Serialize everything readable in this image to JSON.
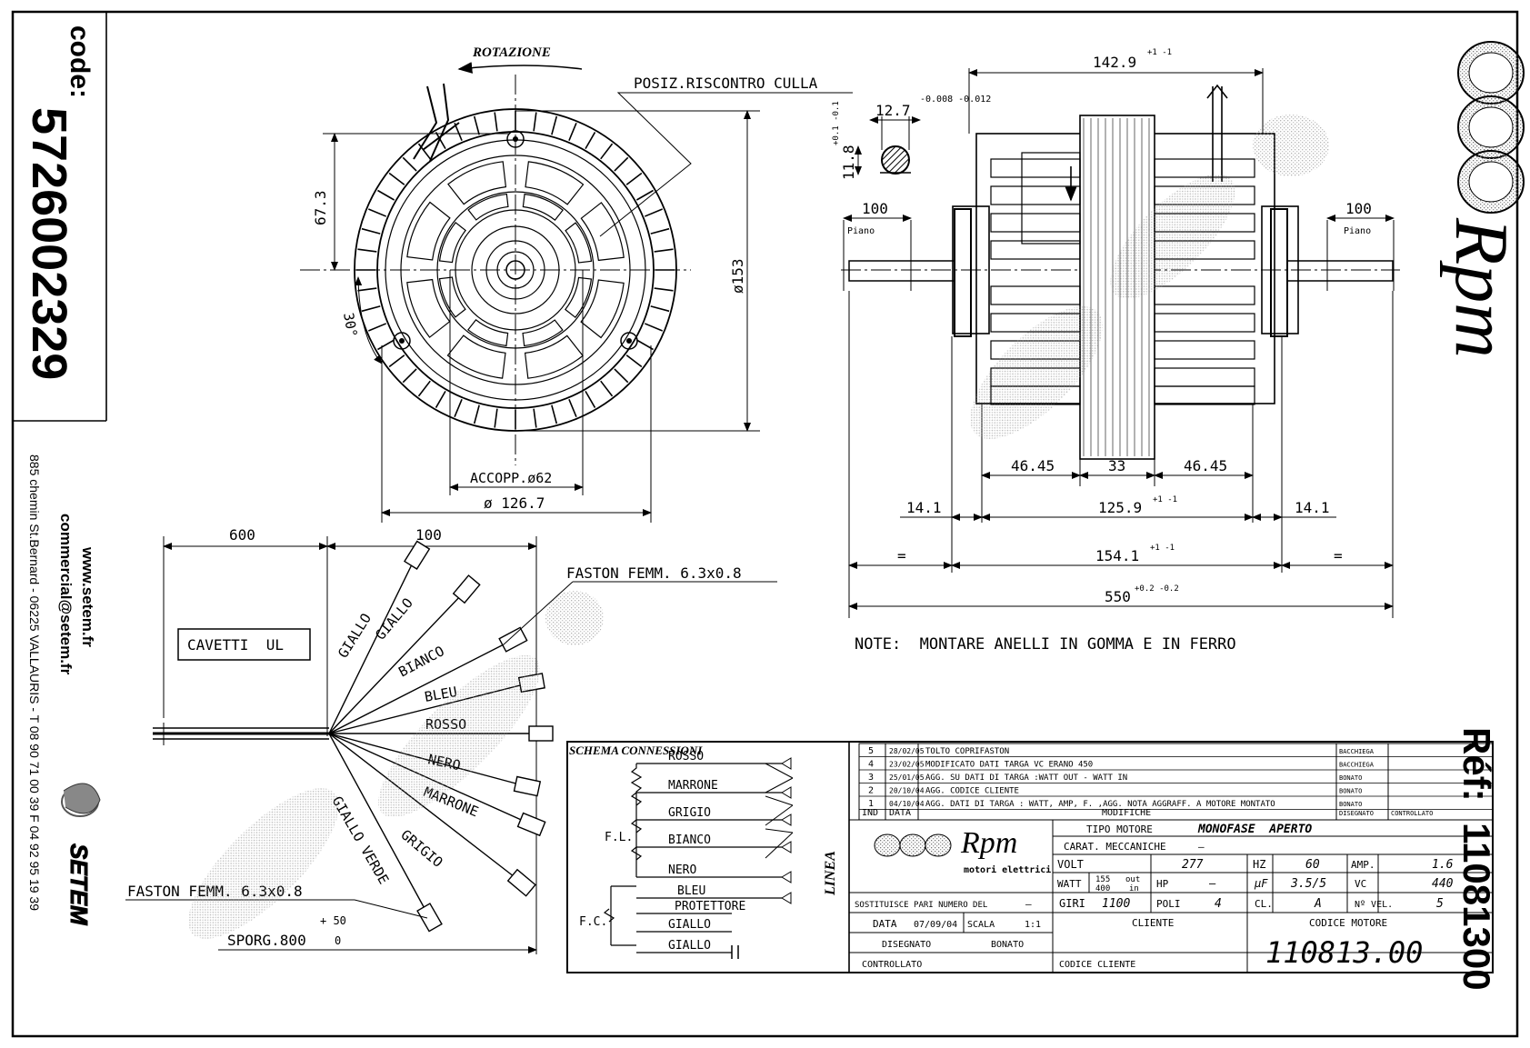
{
  "code_block": {
    "label": "code:",
    "value": "5726002329"
  },
  "contact": {
    "web": "www.setem.fr",
    "email": "commercial@setem.fr",
    "address": "885 chemin St.Bernard - 06225 VALLAURIS - T 08 90 71 00 39  F 04 92 95 19 39",
    "brand": "SETEM"
  },
  "front_view": {
    "rotation_label": "ROTAZIONE",
    "cradle_label": "POSIZ.RISCONTRO CULLA",
    "dim_67": "67.3",
    "dim_153": "ø153",
    "dim_30": "30°",
    "coupling_label": "ACCOPP.ø62",
    "dim_126": "ø 126.7"
  },
  "side_view": {
    "dim_142": "142.9",
    "tol_142": "+1 -1",
    "shaft_dia": "12.7",
    "shaft_tol": "-0.008 -0.012",
    "flat": "11.8",
    "flat_tol": "+0.1 -0.1",
    "left_shaft": "100",
    "left_flat_label": "Piano",
    "right_shaft": "100",
    "right_flat_label": "Piano",
    "dim_46a": "46.45",
    "dim_33": "33",
    "dim_46b": "46.45",
    "dim_14a": "14.1",
    "dim_125": "125.9",
    "tol_125": "+1 -1",
    "dim_14b": "14.1",
    "eq_left": "=",
    "dim_154": "154.1",
    "tol_154": "+1 -1",
    "eq_right": "=",
    "dim_550": "550",
    "tol_550": "+0.2 -0.2",
    "note": "NOTE:  MONTARE ANELLI IN GOMMA E IN FERRO"
  },
  "cables": {
    "dim_600": "600",
    "dim_100": "100",
    "faston_top": "FASTON FEMM. 6.3x0.8",
    "cable_type": "CAVETTI  UL",
    "wires": [
      "GIALLO",
      "GIALLO",
      "BIANCO",
      "BLEU",
      "ROSSO",
      "NERO",
      "MARRONE",
      "GRIGIO",
      "GIALLO VERDE"
    ],
    "faston_bottom": "FASTON FEMM. 6.3x0.8",
    "sporg": "SPORG.800",
    "sporg_tol_plus": "+ 50",
    "sporg_tol_zero": "0"
  },
  "schema": {
    "title": "SCHEMA CONNESSIONI",
    "wires": [
      "ROSSO",
      "MARRONE",
      "GRIGIO",
      "BIANCO",
      "NERO",
      "BLEU",
      "PROTETTORE",
      "GIALLO",
      "GIALLO"
    ],
    "fl": "F.L.",
    "fc": "F.C.",
    "linea": "LINEA"
  },
  "revisions": [
    {
      "n": "5",
      "date": "28/02/05",
      "desc": "TOLTO COPRIFASTON",
      "by": "BACCHIEGA"
    },
    {
      "n": "4",
      "date": "23/02/05",
      "desc": "MODIFICATO DATI TARGA VC ERANO 450",
      "by": "BACCHIEGA"
    },
    {
      "n": "3",
      "date": "25/01/05",
      "desc": "AGG. SU DATI DI TARGA :WATT OUT - WATT IN",
      "by": "BONATO"
    },
    {
      "n": "2",
      "date": "20/10/04",
      "desc": "AGG. CODICE CLIENTE",
      "by": "BONATO"
    },
    {
      "n": "1",
      "date": "04/10/04",
      "desc": "AGG. DATI DI TARGA : WATT, AMP, F. ,AGG. NOTA AGGRAFF. A MOTORE MONTATO",
      "by": "BONATO"
    }
  ],
  "rev_header": {
    "ind": "IND",
    "data": "DATA",
    "modifiche": "MODIFICHE",
    "disegnato": "DISEGNATO",
    "controllato": "CONTROLLATO"
  },
  "title_block": {
    "logo_text": "Rpm",
    "logo_sub": "motori elettrici",
    "tipo_label": "TIPO MOTORE",
    "tipo_value": "MONOFASE  APERTO",
    "carat_label": "CARAT. MECCANICHE",
    "carat_value": "—",
    "volt_label": "VOLT",
    "volt_value": "277",
    "hz_label": "HZ",
    "hz_value": "60",
    "amp_label": "AMP.",
    "amp_value": "1.6",
    "watt_label": "WATT",
    "watt_out": "155",
    "watt_in": "400",
    "watt_out_label": "out",
    "watt_in_label": "in",
    "hp_label": "HP",
    "hp_value": "—",
    "uf_label": "µF",
    "uf_value": "3.5/5",
    "vc_label": "VC",
    "vc_value": "440",
    "sost_label": "SOSTITUISCE PARI NUMERO DEL",
    "sost_value": "—",
    "giri_label": "GIRI",
    "giri_value": "1100",
    "poli_label": "POLI",
    "poli_value": "4",
    "cl_label": "CL.",
    "cl_value": "A",
    "vel_label": "Nº VEL.",
    "vel_value": "5",
    "data_label": "DATA",
    "data_value": "07/09/04",
    "scala_label": "SCALA",
    "scala_value": "1:1",
    "cliente_label": "CLIENTE",
    "codice_motore_label": "CODICE MOTORE",
    "disegnato_label": "DISEGNATO",
    "disegnato_value": "BONATO",
    "controllato_label": "CONTROLLATO",
    "codice_cliente_label": "CODICE CLIENTE",
    "codice_motore_value": "110813.00"
  },
  "brand_right": {
    "logo": "Rpm",
    "ref_label": "Réf:",
    "ref_value": "11081300"
  }
}
